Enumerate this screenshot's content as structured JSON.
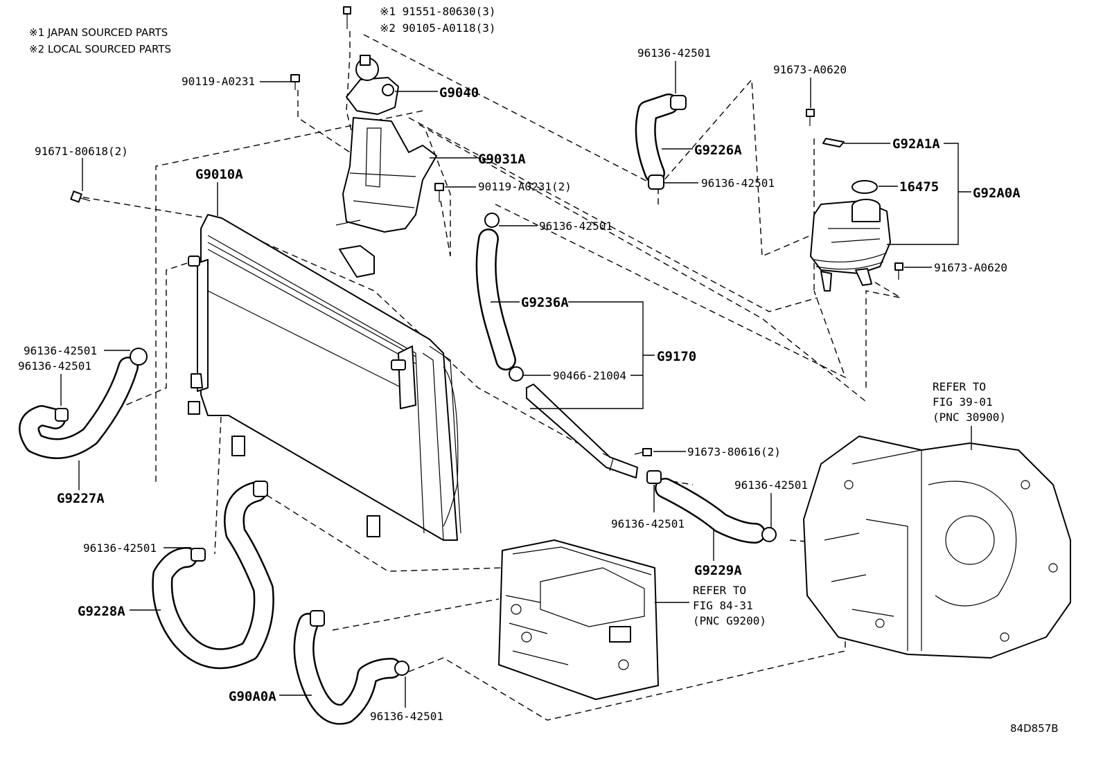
{
  "notes": [
    "※1 JAPAN SOURCED PARTS",
    "※2 LOCAL SOURCED PARTS"
  ],
  "diagram_id": "84D857B",
  "labels": {
    "p_9155180630": "※1 91551-80630(3)",
    "p_90105A0118": "※2 90105-A0118(3)",
    "p_90119A0231": "90119-A0231",
    "g9040": "G9040",
    "g9031a": "G9031A",
    "p_9167180618": "91671-80618(2)",
    "g9010a": "G9010A",
    "p_90119A0231_2": "90119-A0231(2)",
    "p_96136_top": "96136-42501",
    "g9226a": "G9226A",
    "p_96136_g9226_low": "96136-42501",
    "p_91673A0620_top": "91673-A0620",
    "g92a1a": "G92A1A",
    "p_16475": "16475",
    "g92a0a": "G92A0A",
    "p_91673A0620_side": "91673-A0620",
    "p_96136_g9236": "96136-42501",
    "g9236a": "G9236A",
    "g9170": "G9170",
    "p_9046621004": "90466-21004",
    "p_96136_left1": "96136-42501",
    "p_96136_left2": "96136-42501",
    "g9227a": "G9227A",
    "p_9167380616": "91673-80616(2)",
    "p_96136_mid": "96136-42501",
    "p_96136_right": "96136-42501",
    "g9229a": "G9229A",
    "p_96136_g9228": "96136-42501",
    "g9228a": "G9228A",
    "g90a0a": "G90A0A",
    "p_96136_bottom": "96136-42501"
  },
  "refs": {
    "transaxle": [
      "REFER TO",
      "FIG 39-01",
      "(PNC 30900)"
    ],
    "inverter": [
      "REFER TO",
      "FIG 84-31",
      "(PNC G9200)"
    ]
  }
}
